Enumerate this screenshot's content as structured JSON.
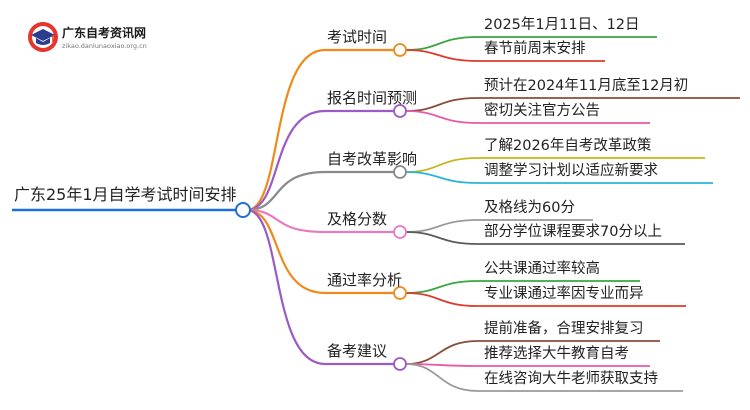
{
  "logo": {
    "title": "广东自考资讯网",
    "url": "zikao.danlunaoxiao.org.cn"
  },
  "root": {
    "label": "广东25年1月自学考试时间安排",
    "color": "#1f6fd6"
  },
  "categories": [
    {
      "label": "考试时间",
      "color": "#f08a1c",
      "children": [
        {
          "label": "2025年1月11日、12日",
          "color": "#3aa640"
        },
        {
          "label": "春节前周末安排",
          "color": "#e03a2c"
        }
      ]
    },
    {
      "label": "报名时间预测",
      "color": "#9a5cc4",
      "children": [
        {
          "label": "预计在2024年11月底至12月初",
          "color": "#8a4d3a"
        },
        {
          "label": "密切关注官方公告",
          "color": "#e85aa8"
        }
      ]
    },
    {
      "label": "自考改革影响",
      "color": "#8a8a8a",
      "children": [
        {
          "label": "了解2026年自考改革政策",
          "color": "#c6b81e"
        },
        {
          "label": "调整学习计划以适应新要求",
          "color": "#2ab5d8"
        }
      ]
    },
    {
      "label": "及格分数",
      "color": "#e87ac0",
      "children": [
        {
          "label": "及格线为60分",
          "color": "#9a9a9a"
        },
        {
          "label": "部分学位课程要求70分以上",
          "color": "#5a5a5a"
        }
      ]
    },
    {
      "label": "通过率分析",
      "color": "#f08a1c",
      "children": [
        {
          "label": "公共课通过率较高",
          "color": "#3aa640"
        },
        {
          "label": "专业课通过率因专业而异",
          "color": "#e03a2c"
        }
      ]
    },
    {
      "label": "备考建议",
      "color": "#9a5cc4",
      "children": [
        {
          "label": "提前准备，合理安排复习",
          "color": "#8a4d3a"
        },
        {
          "label": "推荐选择大牛教育自考",
          "color": "#e85aa8"
        },
        {
          "label": "在线咨询大牛老师获取支持",
          "color": "#9a9a9a"
        }
      ]
    }
  ]
}
